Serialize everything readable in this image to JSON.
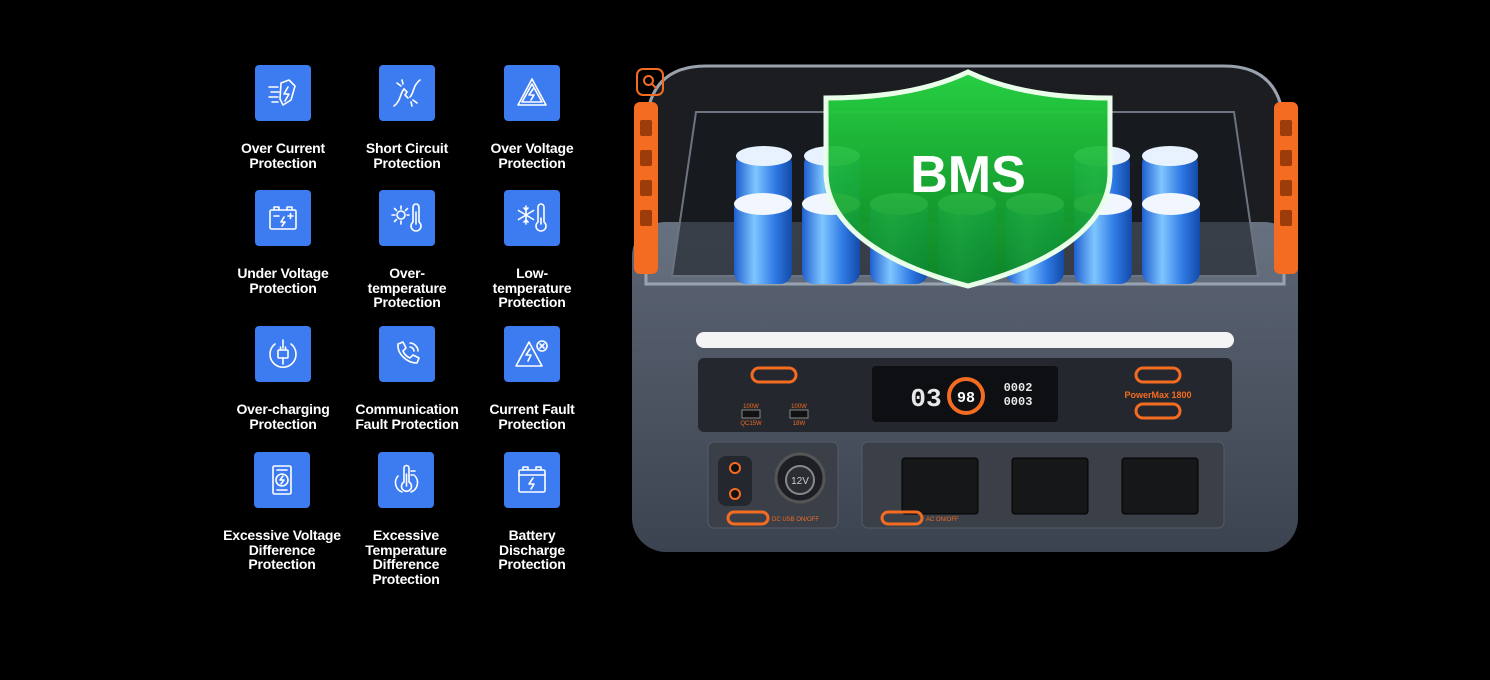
{
  "features": [
    {
      "label": "Over Current\nProtection",
      "icon": "over-current-icon"
    },
    {
      "label": "Short Circuit\nProtection",
      "icon": "short-circuit-icon"
    },
    {
      "label": "Over Voltage\nProtection",
      "icon": "over-voltage-icon"
    },
    {
      "label": "Under Voltage\nProtection",
      "icon": "under-voltage-icon"
    },
    {
      "label": "Over-\ntemperature\nProtection",
      "icon": "over-temperature-icon"
    },
    {
      "label": "Low-\ntemperature\nProtection",
      "icon": "low-temperature-icon"
    },
    {
      "label": "Over-charging\nProtection",
      "icon": "over-charging-icon"
    },
    {
      "label": "Communication\nFault Protection",
      "icon": "communication-fault-icon"
    },
    {
      "label": "Current Fault\nProtection",
      "icon": "current-fault-icon"
    },
    {
      "label": "Excessive Voltage\nDifference\nProtection",
      "icon": "voltage-difference-icon"
    },
    {
      "label": "Excessive\nTemperature\nDifference\nProtection",
      "icon": "temperature-difference-icon"
    },
    {
      "label": "Battery\nDischarge\nProtection",
      "icon": "battery-discharge-icon"
    }
  ],
  "product": {
    "shield_text": "BMS",
    "brand_label": "PowerMax 1800",
    "display_left_value": "03",
    "display_percent": "98",
    "display_top_right": "0002",
    "display_bottom_right": "0003",
    "usb_c_left_rating": "100W",
    "usb_c_right_rating": "100W",
    "usb_a_left_rating": "QC15W",
    "usb_a_right_rating": "18W",
    "dc_socket_label": "12V",
    "dc_button_label": "DC USB ON/OFF",
    "ac_button_label": "AC ON/OFF"
  },
  "colors": {
    "icon_bg": "#3d7bf0",
    "accent_orange": "#f36c21",
    "shield_green": "#1fc23a"
  }
}
